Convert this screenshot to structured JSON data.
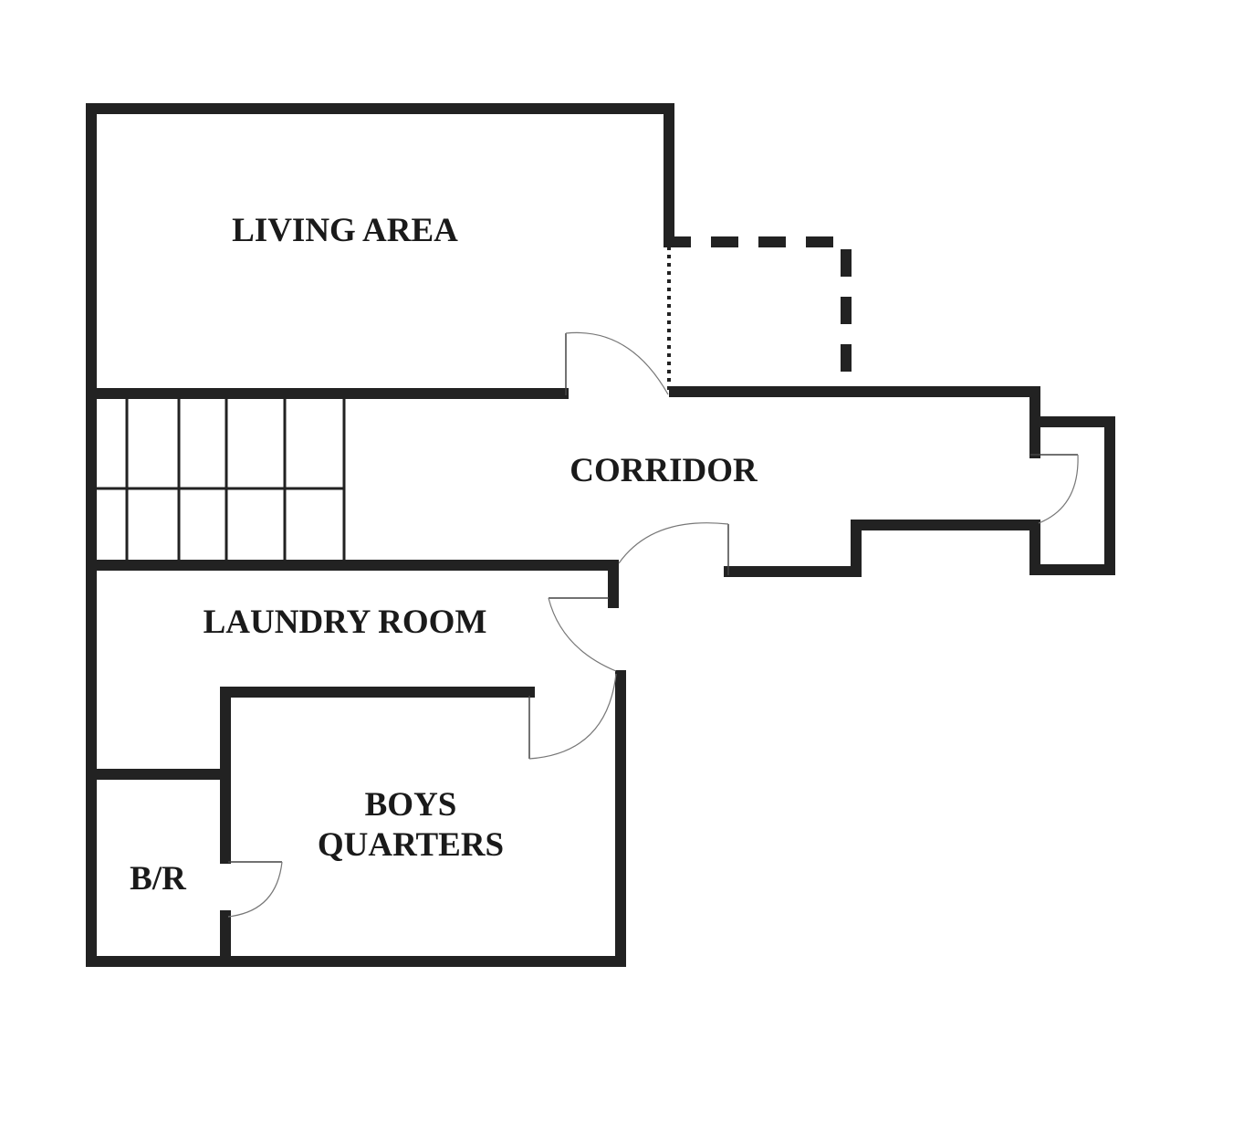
{
  "floor_plan": {
    "rooms": {
      "living_area": "LIVING AREA",
      "corridor": "CORRIDOR",
      "laundry_room": "LAUNDRY ROOM",
      "boys_quarters_line1": "BOYS",
      "boys_quarters_line2": "QUARTERS",
      "bathroom": "B/R"
    },
    "colors": {
      "wall": "#222222",
      "background": "#ffffff"
    }
  }
}
